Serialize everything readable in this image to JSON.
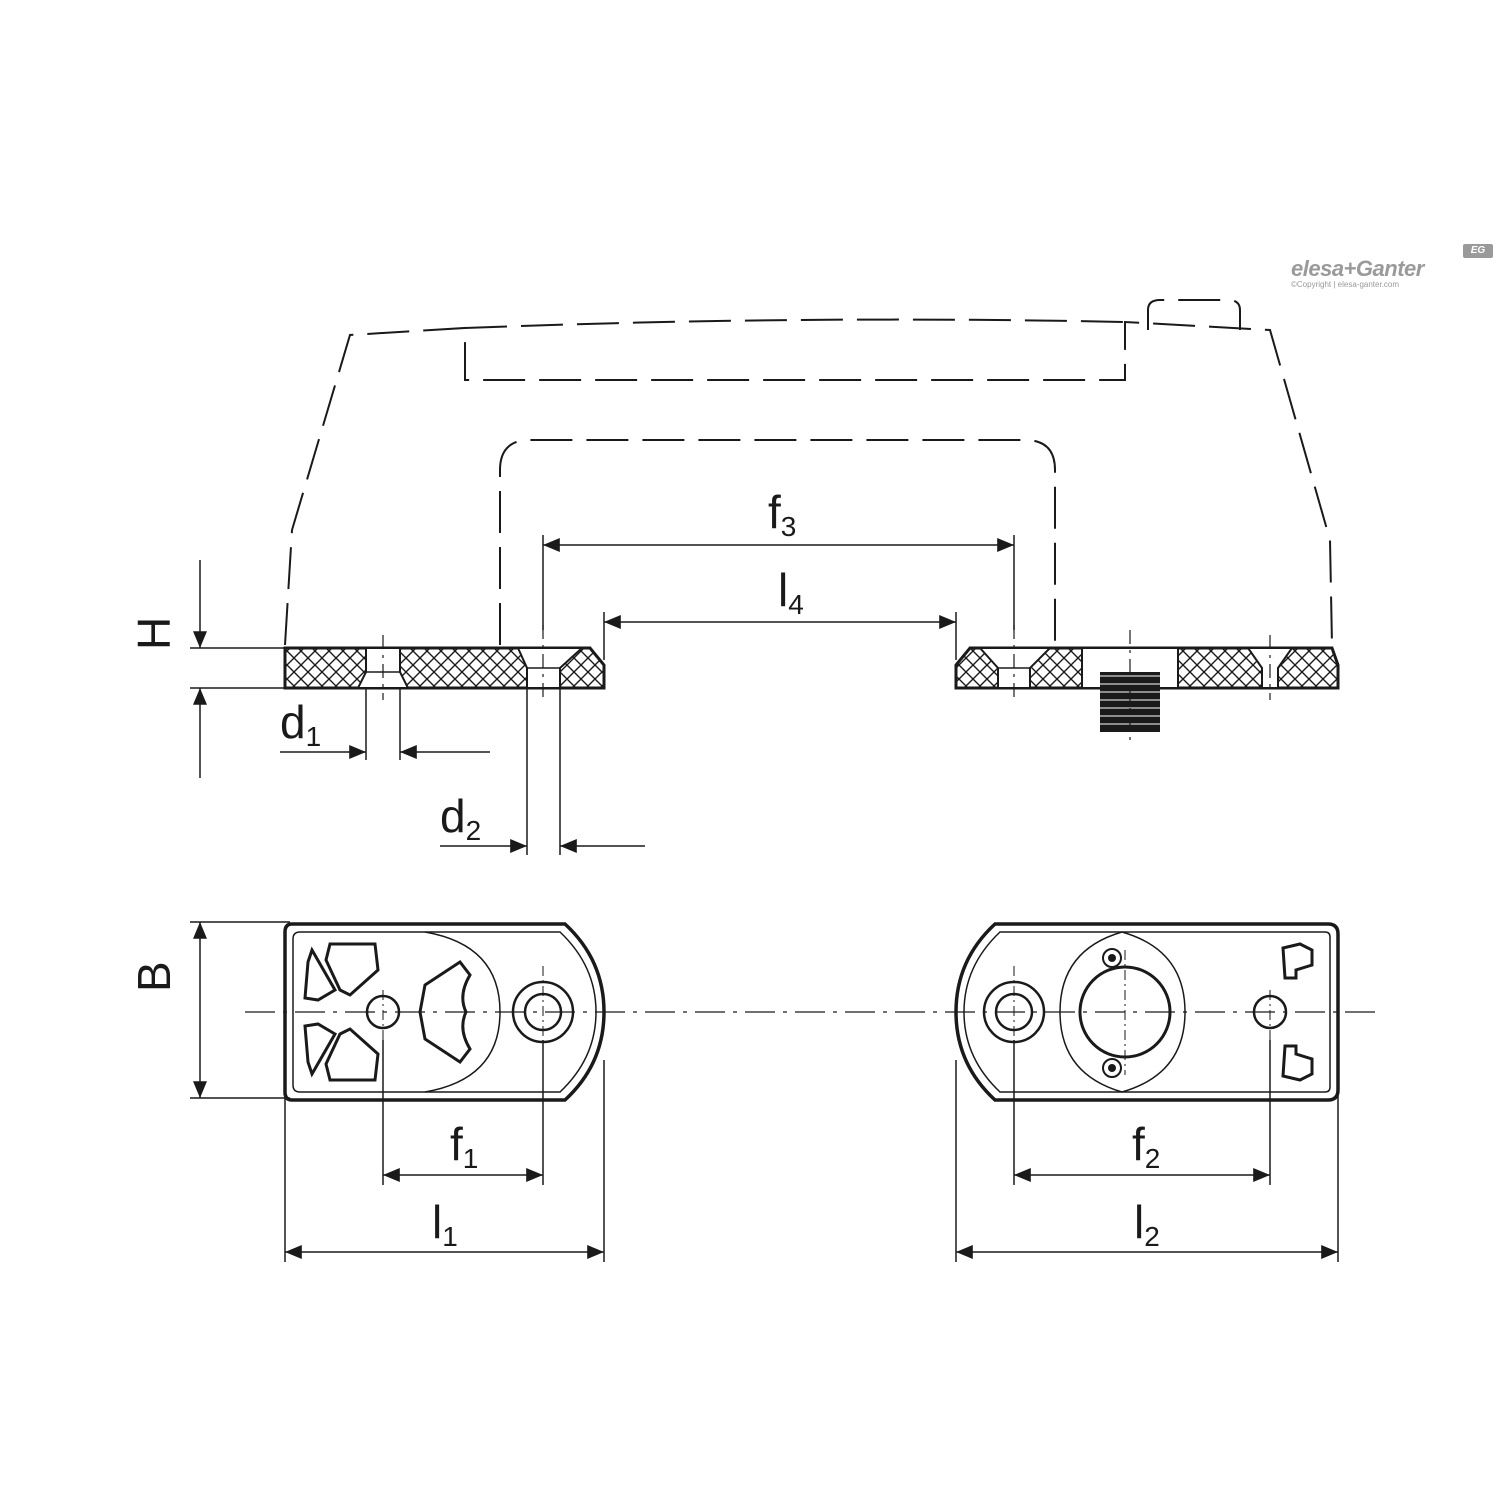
{
  "brand": {
    "name": "elesa+Ganter",
    "copyright": "©Copyright | elesa-ganter.com",
    "badge": "EG"
  },
  "dimensions": {
    "H": {
      "main": "H",
      "sub": ""
    },
    "B": {
      "main": "B",
      "sub": ""
    },
    "d1": {
      "main": "d",
      "sub": "1"
    },
    "d2": {
      "main": "d",
      "sub": "2"
    },
    "f1": {
      "main": "f",
      "sub": "1"
    },
    "f2": {
      "main": "f",
      "sub": "2"
    },
    "f3": {
      "main": "f",
      "sub": "3"
    },
    "l1": {
      "main": "l",
      "sub": "1"
    },
    "l2": {
      "main": "l",
      "sub": "2"
    },
    "l4": {
      "main": "l",
      "sub": "4"
    }
  },
  "colors": {
    "line": "#1a1a1a",
    "logo": "#9a9a9a"
  }
}
